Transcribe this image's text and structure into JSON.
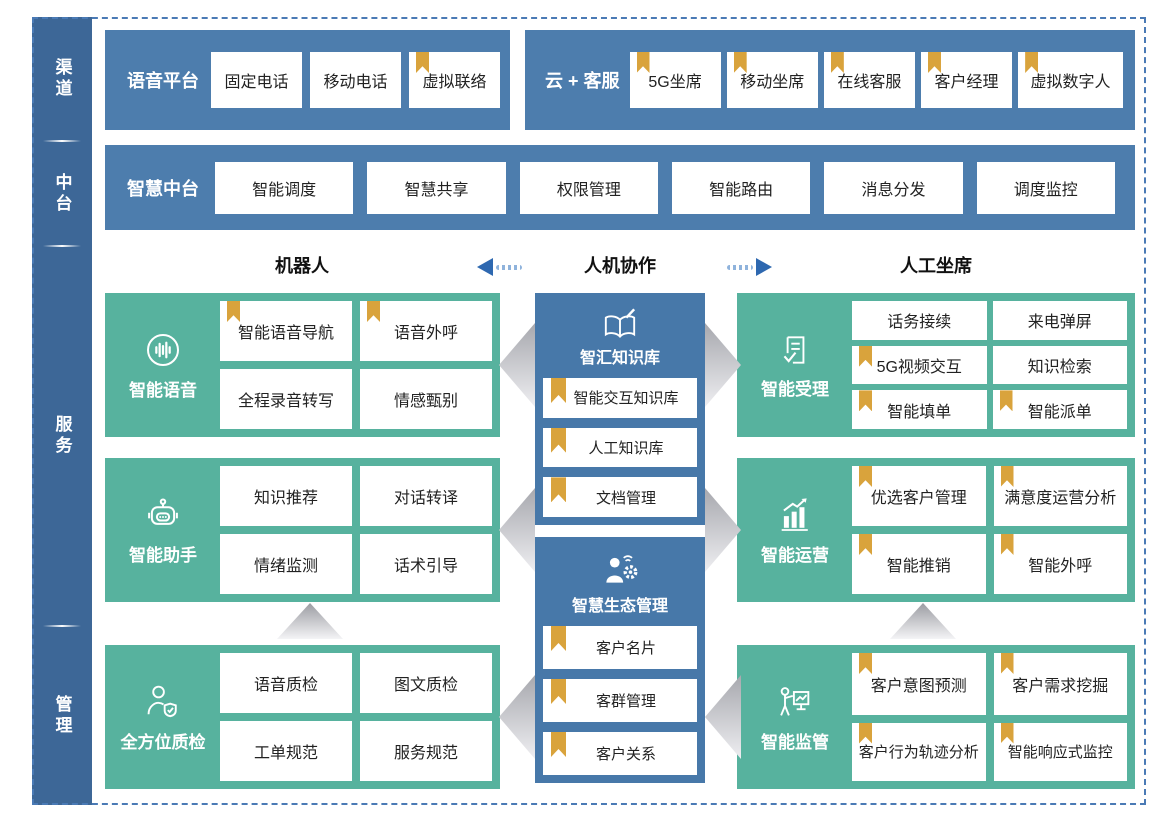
{
  "colors": {
    "band_blue": "#4d7dad",
    "rail_blue": "#3d6797",
    "center_blue": "#4778a9",
    "green": "#57b29e",
    "gold": "#d9a33c",
    "arrow_blue": "#2e68b0",
    "dashed_border": "#4a7ab5"
  },
  "sidebar": {
    "sections": [
      {
        "label": "渠道"
      },
      {
        "label": "中台"
      },
      {
        "label": "服务"
      },
      {
        "label": "管理"
      }
    ]
  },
  "channel_row": {
    "voice_platform": {
      "label": "语音平台",
      "items": [
        {
          "label": "固定电话",
          "bookmark": false
        },
        {
          "label": "移动电话",
          "bookmark": false
        },
        {
          "label": "虚拟联络",
          "bookmark": true
        }
      ]
    },
    "cloud_service": {
      "label": "云 + 客服",
      "items": [
        {
          "label": "5G坐席",
          "bookmark": true
        },
        {
          "label": "移动坐席",
          "bookmark": true
        },
        {
          "label": "在线客服",
          "bookmark": true
        },
        {
          "label": "客户经理",
          "bookmark": true
        },
        {
          "label": "虚拟数字人",
          "bookmark": true
        }
      ]
    }
  },
  "platform_row": {
    "label": "智慧中台",
    "items": [
      {
        "label": "智能调度"
      },
      {
        "label": "智慧共享"
      },
      {
        "label": "权限管理"
      },
      {
        "label": "智能路由"
      },
      {
        "label": "消息分发"
      },
      {
        "label": "调度监控"
      }
    ]
  },
  "section_headers": {
    "left": "机器人",
    "center": "人机协作",
    "right": "人工坐席"
  },
  "left_blocks": [
    {
      "name": "智能语音",
      "icon": "voice-icon",
      "items": [
        {
          "label": "智能语音导航",
          "bookmark": true
        },
        {
          "label": "语音外呼",
          "bookmark": true
        },
        {
          "label": "全程录音转写",
          "bookmark": false
        },
        {
          "label": "情感甄别",
          "bookmark": false
        }
      ]
    },
    {
      "name": "智能助手",
      "icon": "robot-icon",
      "items": [
        {
          "label": "知识推荐",
          "bookmark": false
        },
        {
          "label": "对话转译",
          "bookmark": false
        },
        {
          "label": "情绪监测",
          "bookmark": false
        },
        {
          "label": "话术引导",
          "bookmark": false
        }
      ]
    },
    {
      "name": "全方位质检",
      "icon": "quality-icon",
      "items": [
        {
          "label": "语音质检",
          "bookmark": false
        },
        {
          "label": "图文质检",
          "bookmark": false
        },
        {
          "label": "工单规范",
          "bookmark": false
        },
        {
          "label": "服务规范",
          "bookmark": false
        }
      ]
    }
  ],
  "center_blocks": [
    {
      "name": "智汇知识库",
      "icon": "knowledge-icon",
      "items": [
        {
          "label": "智能交互知识库",
          "bookmark": true
        },
        {
          "label": "人工知识库",
          "bookmark": true
        },
        {
          "label": "文档管理",
          "bookmark": true
        }
      ]
    },
    {
      "name": "智慧生态管理",
      "icon": "ecosystem-icon",
      "items": [
        {
          "label": "客户名片",
          "bookmark": true
        },
        {
          "label": "客群管理",
          "bookmark": true
        },
        {
          "label": "客户关系",
          "bookmark": true
        }
      ]
    }
  ],
  "right_blocks": [
    {
      "name": "智能受理",
      "icon": "accept-icon",
      "items": [
        {
          "label": "话务接续",
          "bookmark": false
        },
        {
          "label": "来电弹屏",
          "bookmark": false
        },
        {
          "label": "5G视频交互",
          "bookmark": true
        },
        {
          "label": "知识检索",
          "bookmark": false
        },
        {
          "label": "智能填单",
          "bookmark": true
        },
        {
          "label": "智能派单",
          "bookmark": true
        }
      ]
    },
    {
      "name": "智能运营",
      "icon": "operation-icon",
      "items": [
        {
          "label": "优选客户管理",
          "bookmark": true
        },
        {
          "label": "满意度运营分析",
          "bookmark": true
        },
        {
          "label": "智能推销",
          "bookmark": true
        },
        {
          "label": "智能外呼",
          "bookmark": true
        }
      ]
    },
    {
      "name": "智能监管",
      "icon": "monitor-icon",
      "items": [
        {
          "label": "客户意图预测",
          "bookmark": true
        },
        {
          "label": "客户需求挖掘",
          "bookmark": true
        },
        {
          "label": "客户行为轨迹分析",
          "bookmark": true
        },
        {
          "label": "智能响应式监控",
          "bookmark": true
        }
      ]
    }
  ]
}
